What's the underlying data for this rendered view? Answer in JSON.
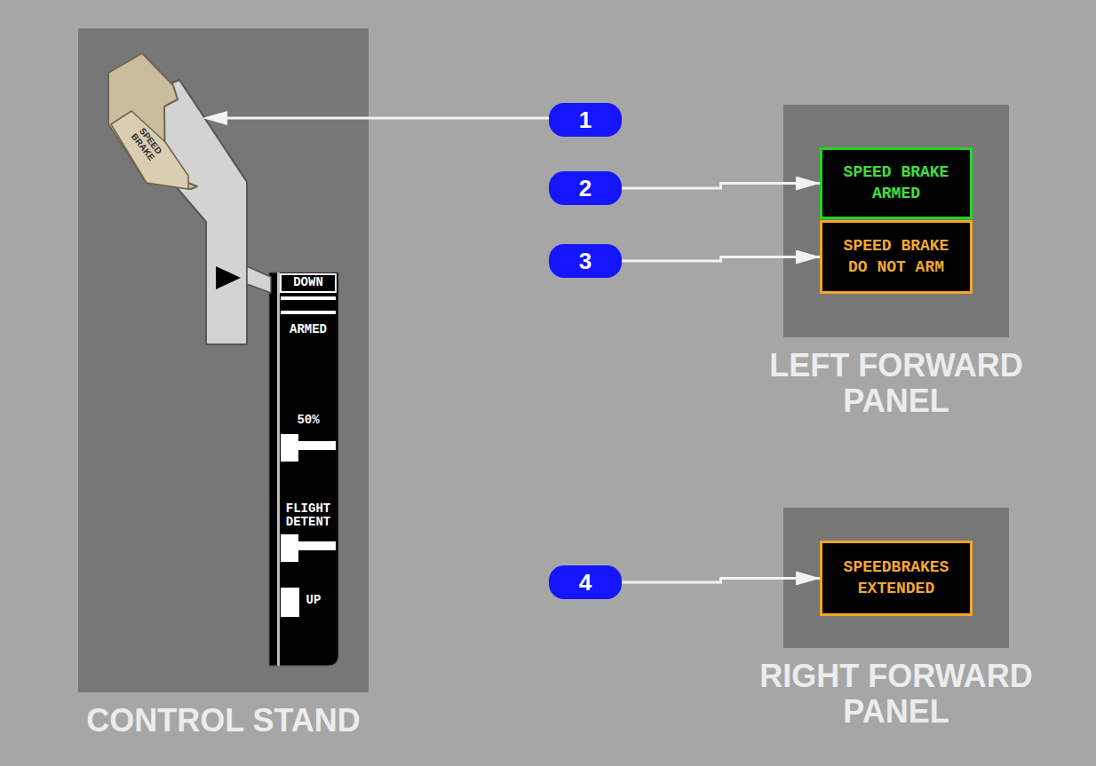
{
  "diagram": {
    "nodes": [
      {
        "text": [
          "CONTROL STAND"
        ]
      },
      {
        "text": [
          "1"
        ]
      },
      {
        "text": [
          "2"
        ]
      },
      {
        "text": [
          "3"
        ]
      },
      {
        "text": [
          "4"
        ]
      },
      {
        "text": [
          "LEFT FORWARD PANEL"
        ]
      },
      {
        "text": [
          "SPEED BRAKE ARMED"
        ],
        "in": 5
      },
      {
        "text": [
          "SPEED BRAKE DO NOT ARM"
        ],
        "in": 5
      },
      {
        "text": [
          "RIGHT FORWARD PANEL"
        ]
      },
      {
        "text": [
          "SPEEDBRAKES EXTENDED"
        ],
        "in": 8
      }
    ],
    "edges": [
      {
        "from": 2,
        "to": 6,
        "arrow": "to"
      },
      {
        "from": 3,
        "to": 7,
        "arrow": "to"
      },
      {
        "from": 4,
        "to": 9,
        "arrow": "to"
      }
    ],
    "labels": [
      "SPEED BRAKE",
      "DOWN",
      "ARMED",
      "50%",
      "FLIGHT DETENT",
      "UP"
    ]
  }
}
